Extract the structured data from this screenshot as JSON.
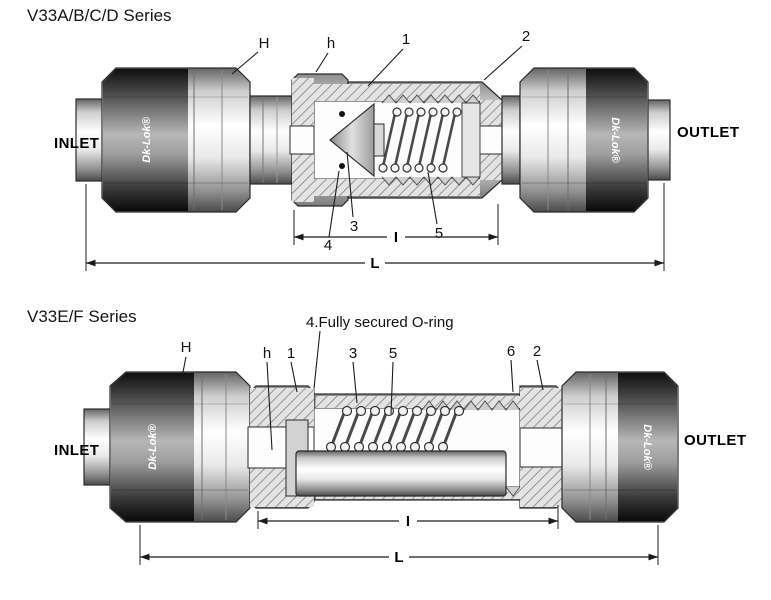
{
  "ink_color": "#1c1c1c",
  "top_diagram": {
    "title": "V33A/B/C/D Series",
    "inlet_label": "INLET",
    "outlet_label": "OUTLET",
    "brand_left": "Dk-Lok®",
    "brand_right": "Dk-Lok®",
    "callout_H": "H",
    "callout_h": "h",
    "callout_1": "1",
    "callout_2": "2",
    "callout_3": "3",
    "callout_4": "4",
    "callout_5": "5",
    "dim_body": "I",
    "dim_overall": "L"
  },
  "bottom_diagram": {
    "title": "V33E/F Series",
    "oring_note": "4.Fully secured O-ring",
    "inlet_label": "INLET",
    "outlet_label": "OUTLET",
    "brand_left": "Dk-Lok®",
    "brand_right": "Dk-Lok®",
    "callout_H": "H",
    "callout_h": "h",
    "callout_1": "1",
    "callout_2": "2",
    "callout_3": "3",
    "callout_5": "5",
    "callout_6": "6",
    "dim_body": "I",
    "dim_overall": "L"
  }
}
